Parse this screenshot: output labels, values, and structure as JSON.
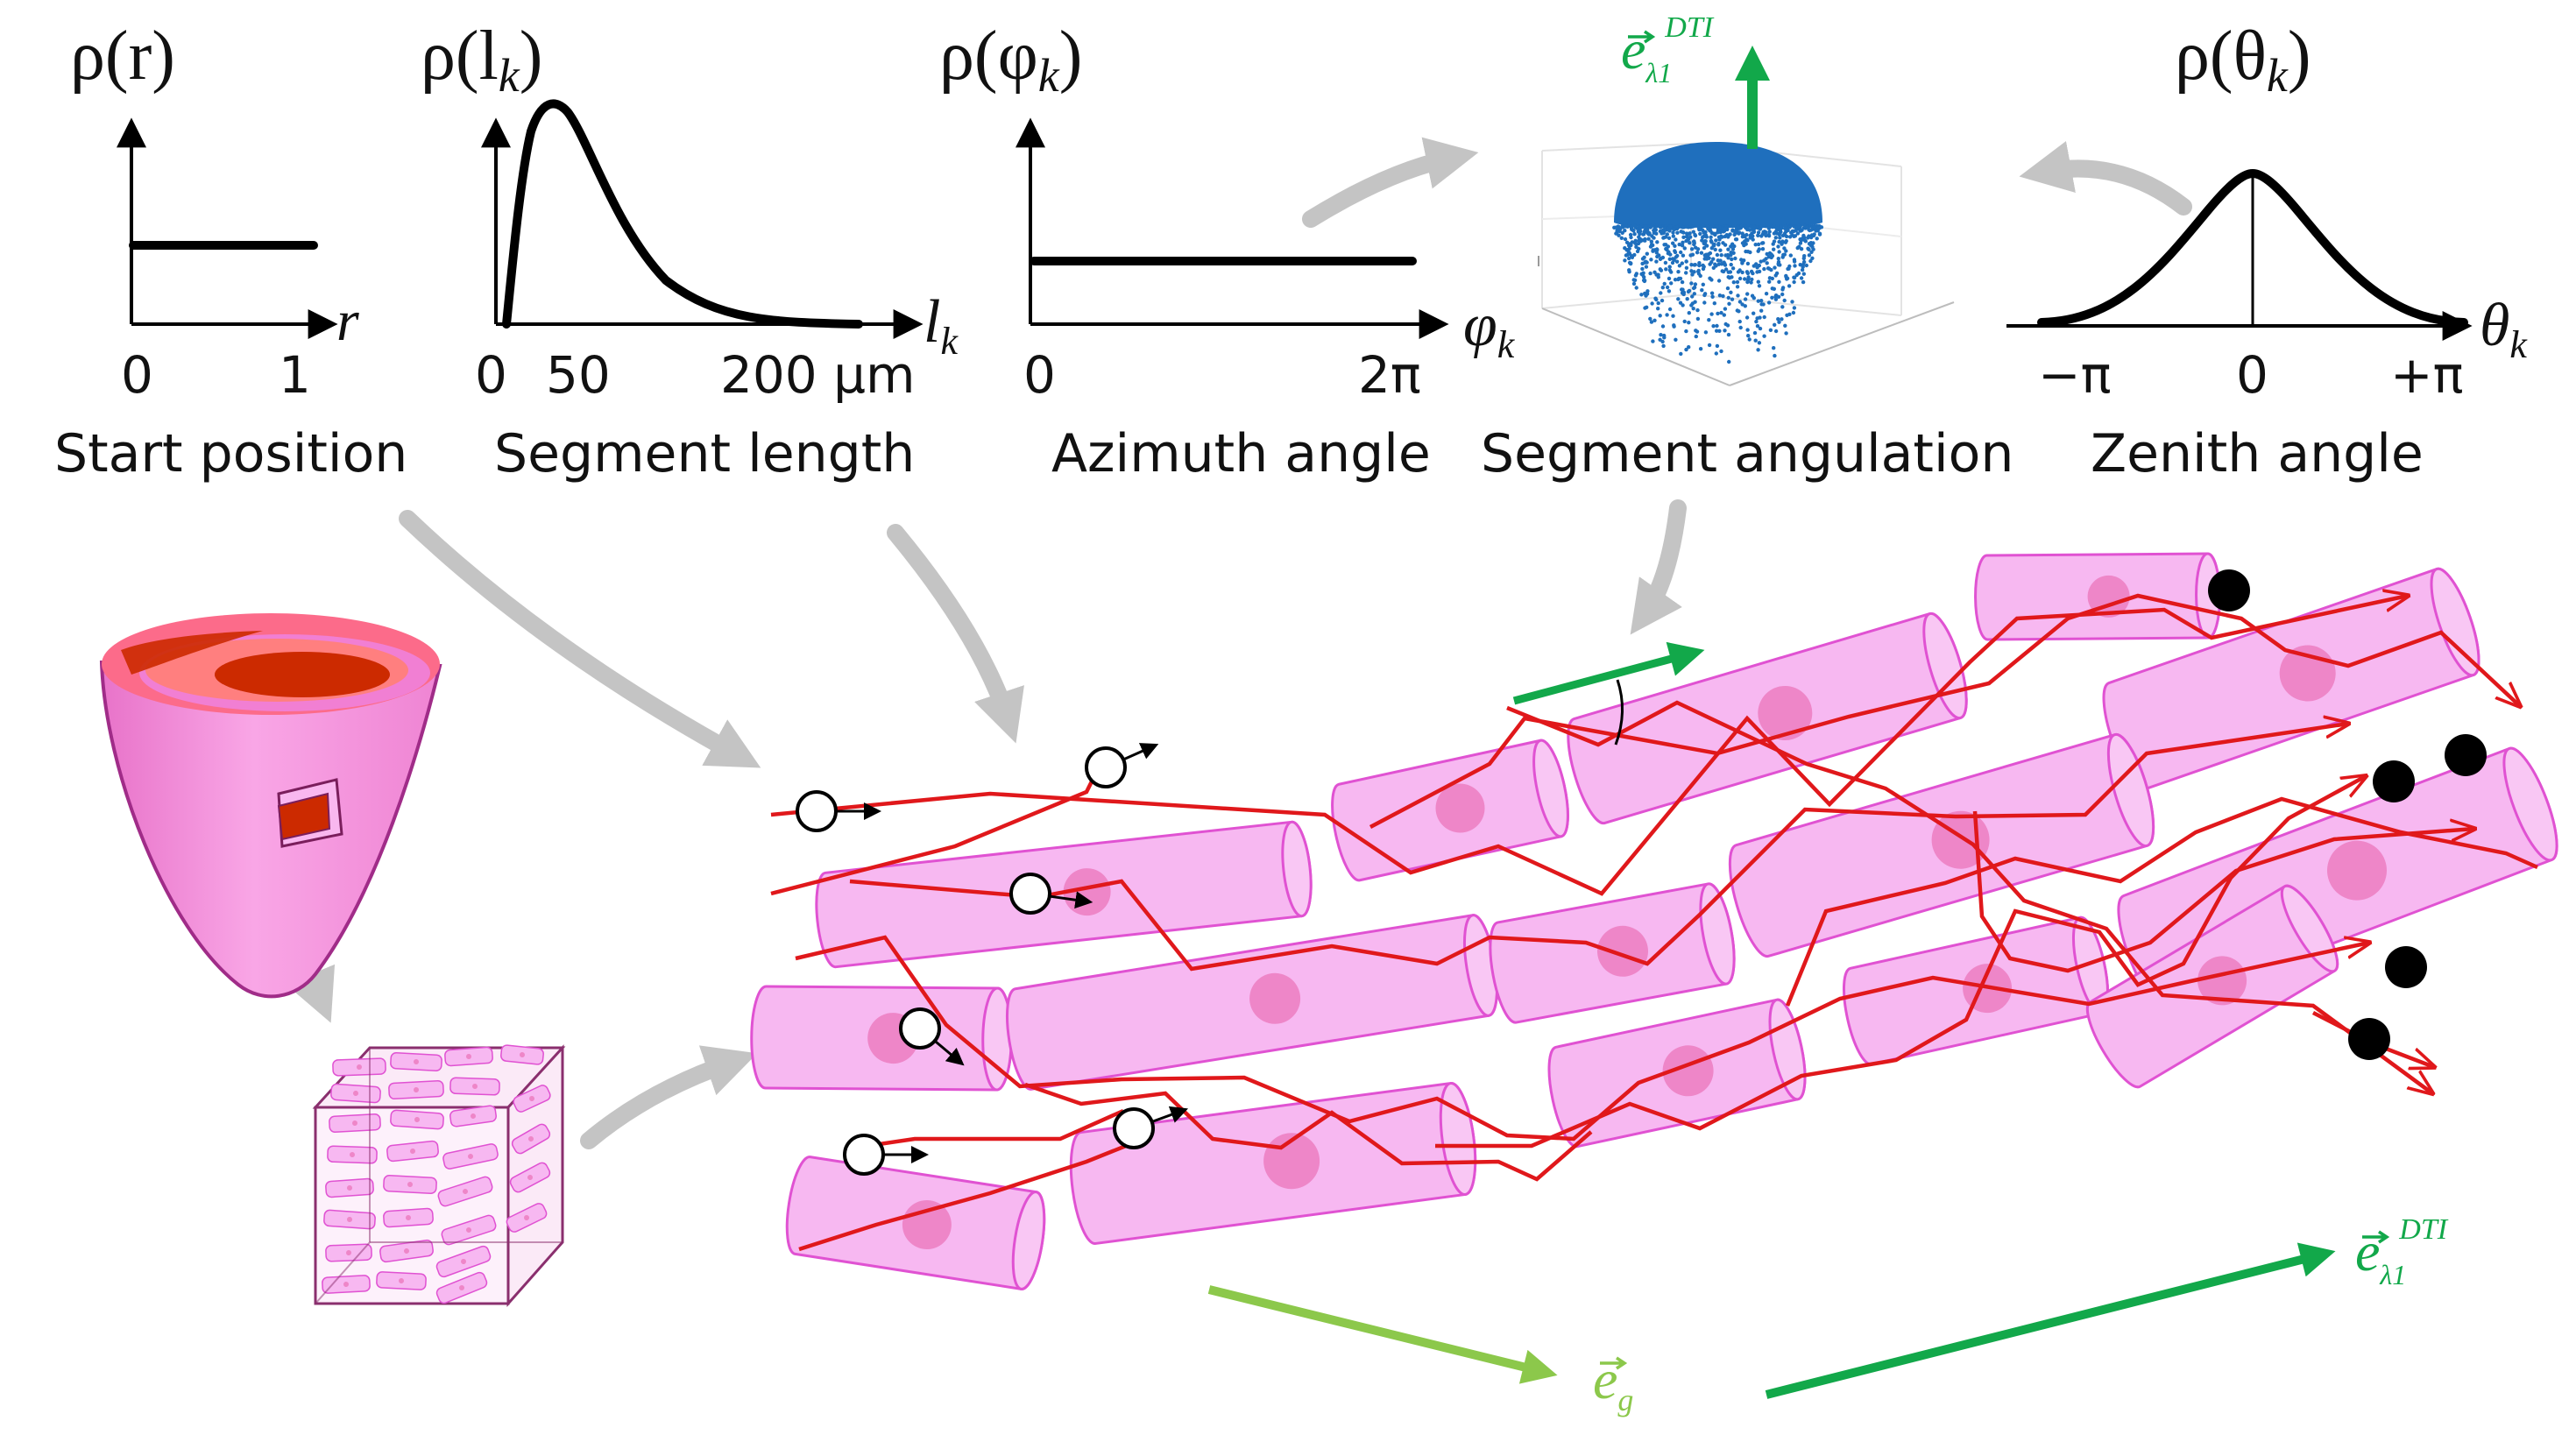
{
  "panels": {
    "start_position": {
      "ylabel_main": "ρ(r)",
      "xlabel": "r",
      "ticks": [
        "0",
        "1"
      ],
      "caption": "Start position"
    },
    "segment_length": {
      "ylabel_main": "ρ(l",
      "ylabel_sub": "k",
      "ylabel_close": ")",
      "xlabel_main": "l",
      "xlabel_sub": "k",
      "ticks": [
        "0",
        "50",
        "200 μm"
      ],
      "caption": "Segment length"
    },
    "azimuth": {
      "ylabel_main": "ρ(φ",
      "ylabel_sub": "k",
      "ylabel_close": ")",
      "xlabel_main": "φ",
      "xlabel_sub": "k",
      "ticks": [
        "0",
        "2π"
      ],
      "caption": "Azimuth angle"
    },
    "angulation": {
      "vector_main": "e",
      "vector_sub": "λ1",
      "vector_sup": "DTI",
      "caption": "Segment angulation"
    },
    "zenith": {
      "ylabel_main": "ρ(θ",
      "ylabel_sub": "k",
      "ylabel_close": ")",
      "xlabel_main": "θ",
      "xlabel_sub": "k",
      "ticks": [
        "−π",
        "0",
        "+π"
      ],
      "caption": "Zenith angle"
    }
  },
  "bottom_vectors": {
    "gradient": {
      "main": "e",
      "sub": "g"
    },
    "dti": {
      "main": "e",
      "sub": "λ1",
      "sup": "DTI"
    }
  },
  "colors": {
    "arrow_gray": "#c4c4c4",
    "myocyte_pink": "#f7b8f1",
    "myocyte_edge": "#e052d2",
    "nucleus": "#ee86c8",
    "walker_path_red": "#e0181b",
    "dti_green": "#12a84a",
    "gradient_green": "#8cc84b",
    "sphere_blue": "#1f6fbd",
    "heart_pink": "#f491d6",
    "heart_red": "#cc2a00"
  },
  "icons": [
    "heart-lv-icon",
    "tissue-cube-icon",
    "hemisphere-scatter-icon"
  ]
}
